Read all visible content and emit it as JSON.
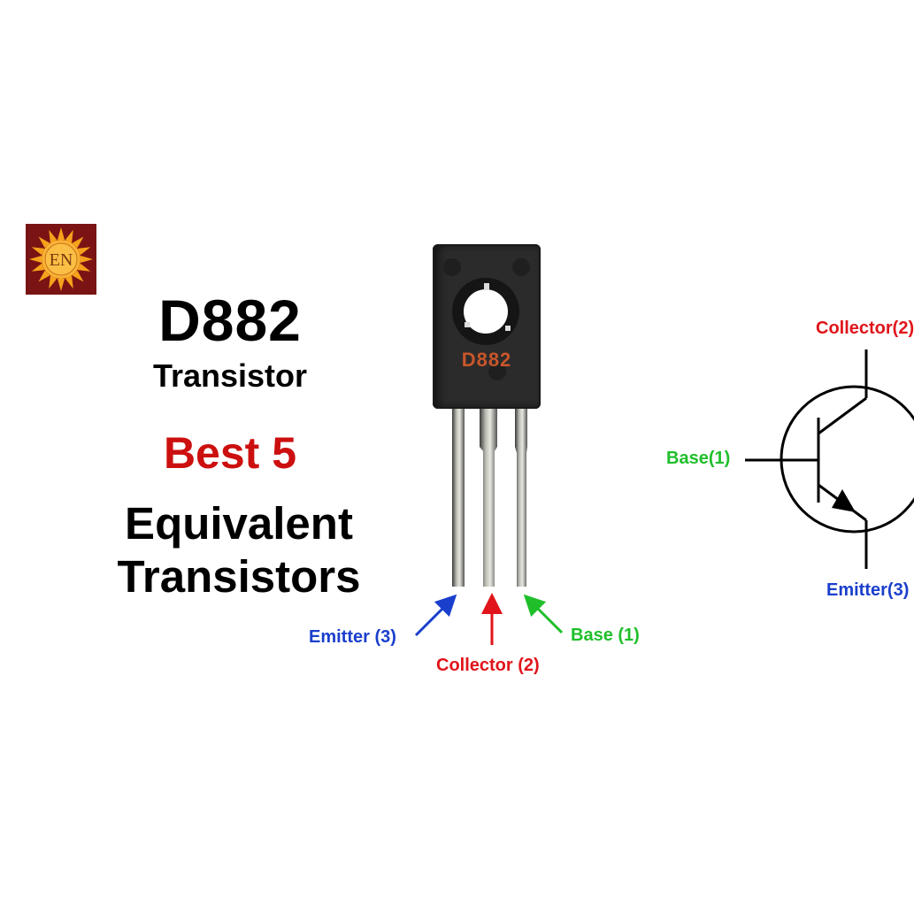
{
  "logo": {
    "icon": "sun-logo-icon",
    "monogram": "EN",
    "bg_color": "#7a1414",
    "sun_color": "#f7a21b"
  },
  "headline": {
    "model": "D882",
    "subtitle": "Transistor",
    "highlight": "Best 5",
    "line1": "Equivalent",
    "line2": "Transistors"
  },
  "package": {
    "marking": "D882",
    "pin_labels": {
      "emitter": "Emitter (3)",
      "collector": "Collector (2)",
      "base": "Base (1)"
    }
  },
  "symbol": {
    "collector_label": "Collector(2)",
    "base_label": "Base(1)",
    "emitter_label": "Emitter(3)"
  },
  "colors": {
    "emitter": "#1a3fcc",
    "collector": "#e0141a",
    "base": "#1fbf2a",
    "highlight": "#cc0f0f",
    "marking": "#c8562a"
  }
}
